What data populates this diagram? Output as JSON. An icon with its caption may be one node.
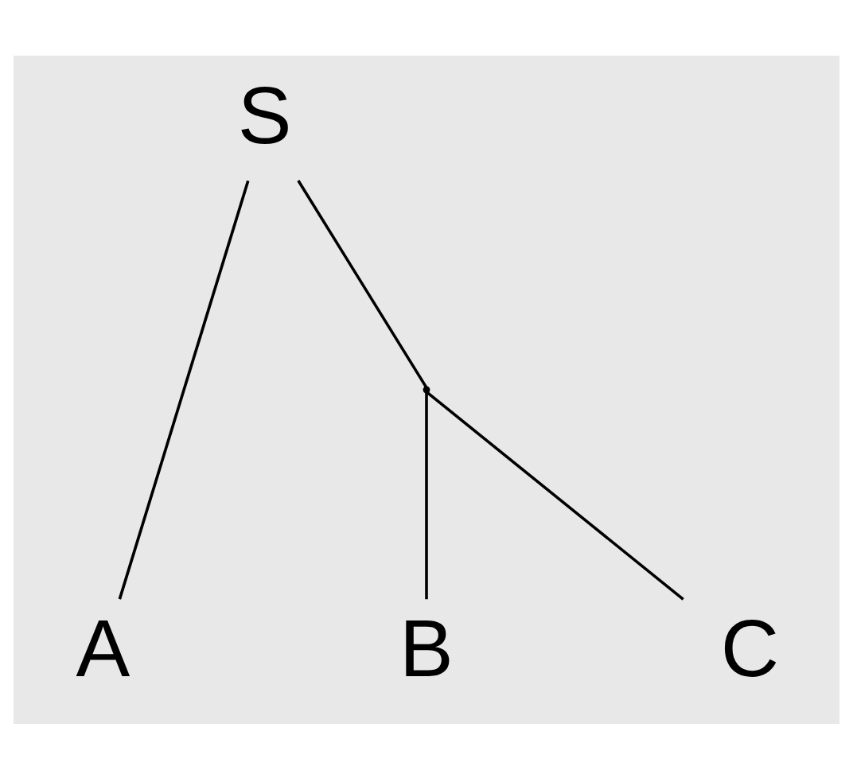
{
  "diagram": {
    "nodes": [
      {
        "text": [
          "S"
        ]
      },
      {
        "text": [],
        "shape": "point"
      },
      {
        "text": [
          "A"
        ]
      },
      {
        "text": [
          "B"
        ]
      },
      {
        "text": [
          "C"
        ]
      }
    ],
    "edges": [
      {
        "from": 0,
        "to": 2,
        "arrow": "none"
      },
      {
        "from": 0,
        "to": 1,
        "arrow": "none"
      },
      {
        "from": 1,
        "to": 3,
        "arrow": "none"
      },
      {
        "from": 1,
        "to": 4,
        "arrow": "none"
      }
    ]
  }
}
